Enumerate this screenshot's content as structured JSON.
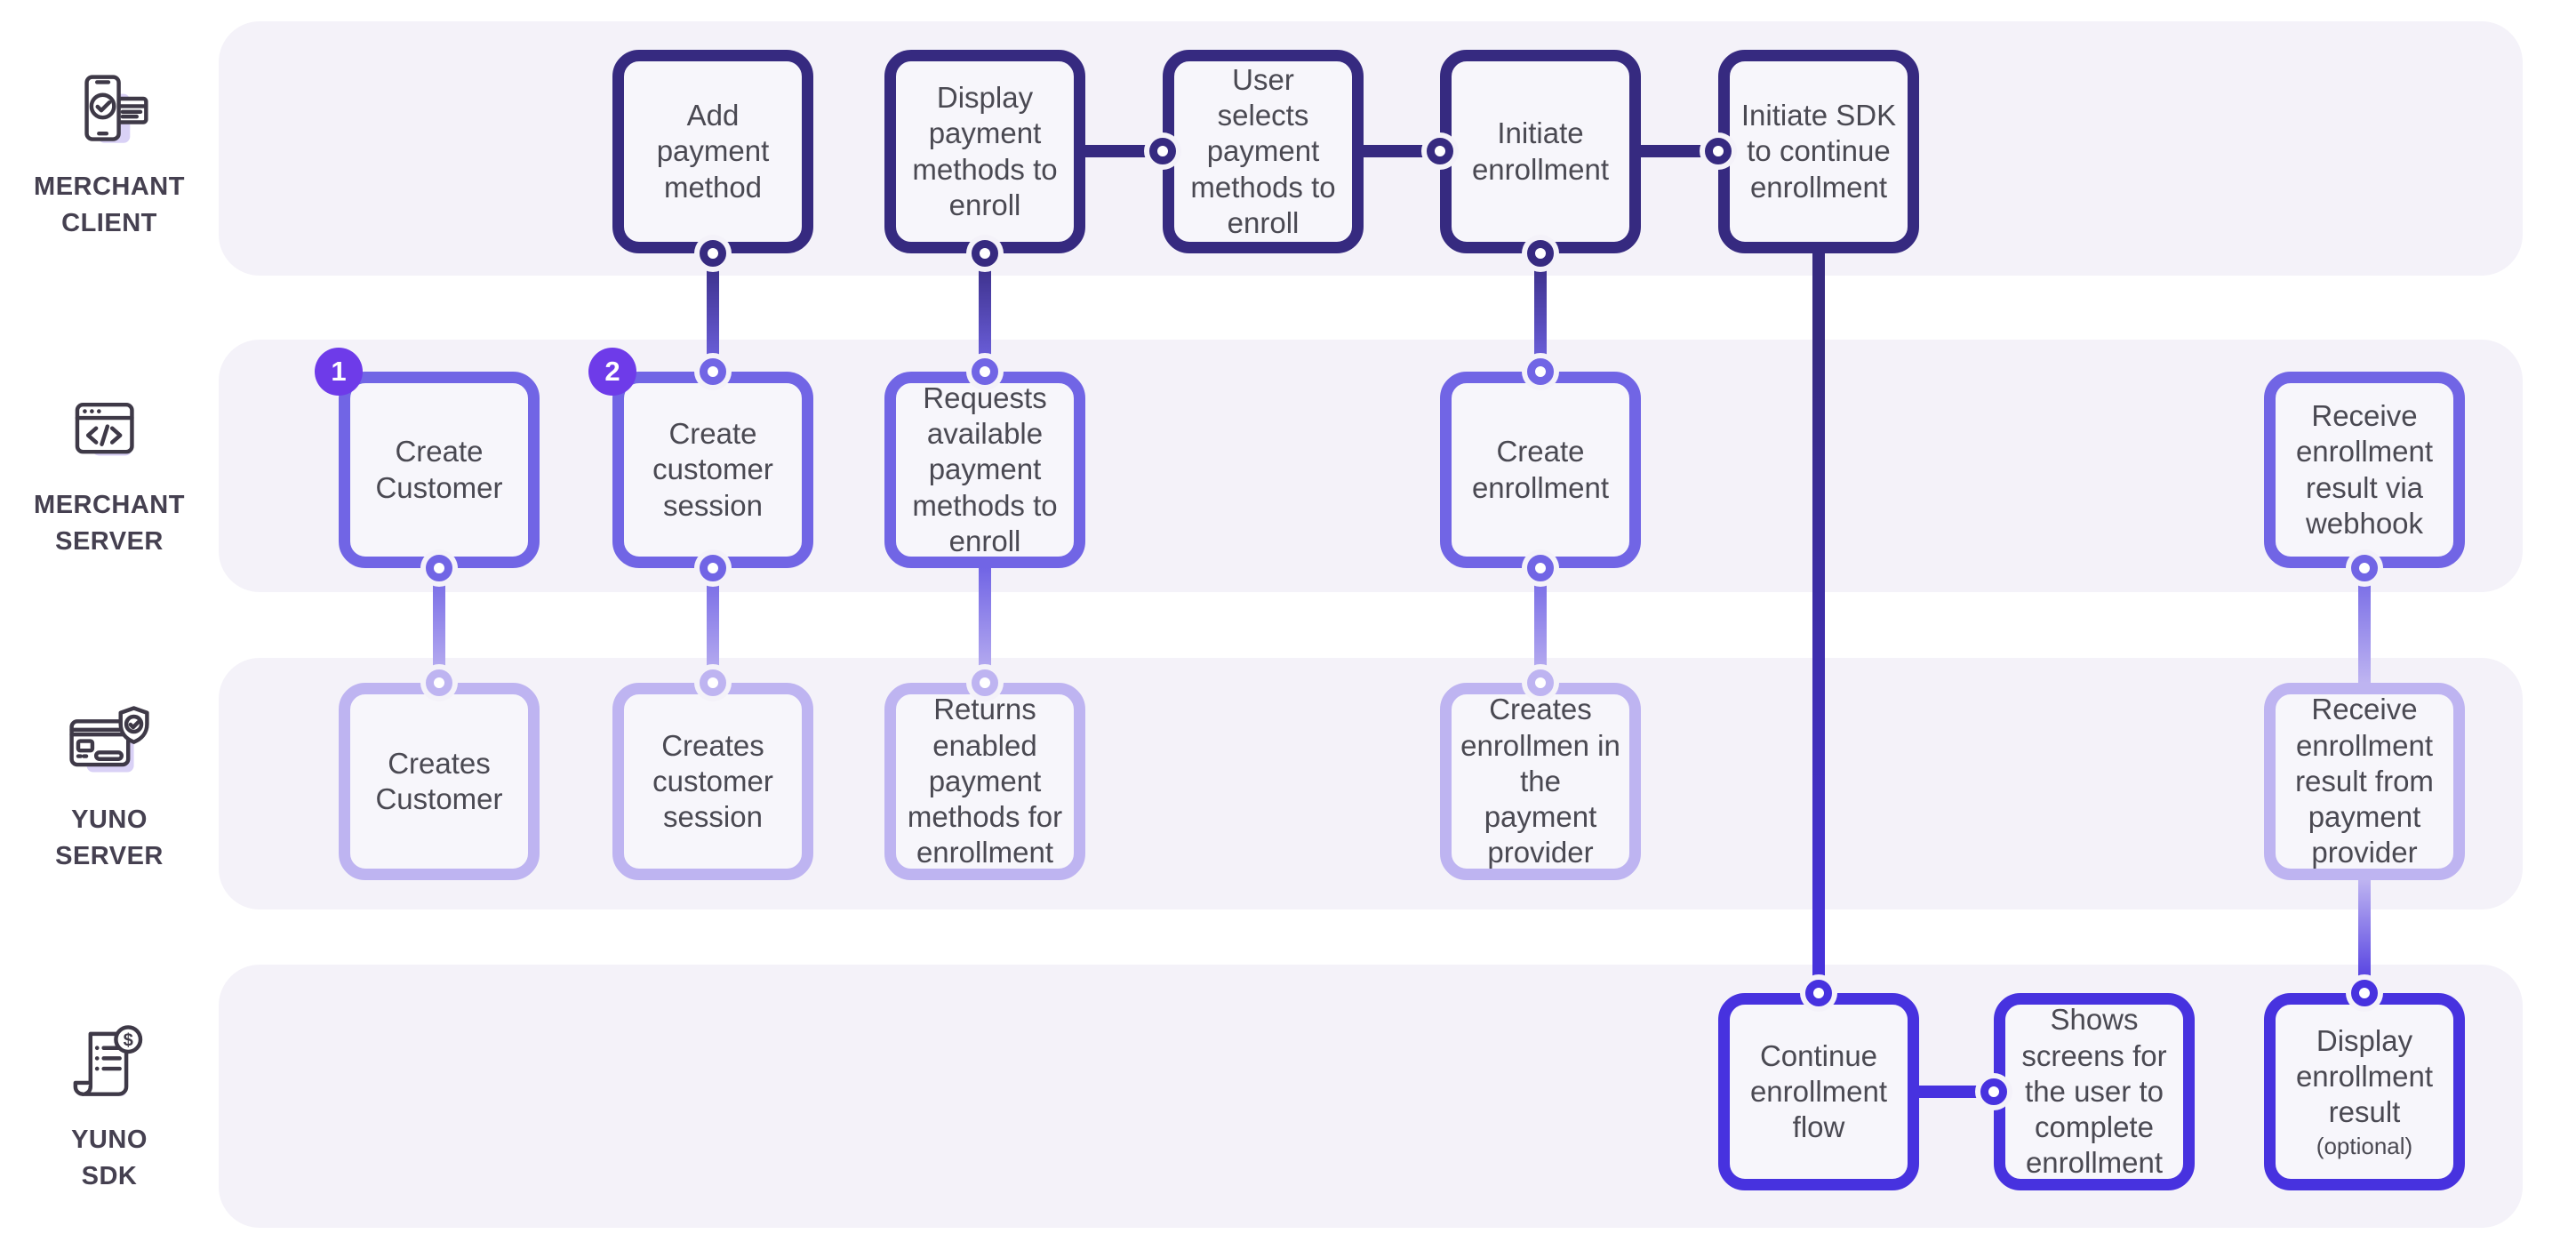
{
  "palette": {
    "dark": "#362a80",
    "mid": "#7165e5",
    "light": "#beb4f1",
    "vivid": "#4732df",
    "badge": "#6e3be9",
    "lane-bg": "#f4f2f9",
    "box-fill": "#f7f6fb",
    "text": "#4a4952",
    "label": "#454050",
    "icon-stroke": "#3e3947",
    "icon-accent": "#d9d1f6"
  },
  "rail": [
    {
      "id": "merchant-client",
      "label_lines": [
        "MERCHANT",
        "CLIENT"
      ],
      "icon": "phone-check-card-icon"
    },
    {
      "id": "merchant-server",
      "label_lines": [
        "MERCHANT",
        "SERVER"
      ],
      "icon": "browser-code-icon"
    },
    {
      "id": "yuno-server",
      "label_lines": [
        "YUNO",
        "SERVER"
      ],
      "icon": "card-shield-icon"
    },
    {
      "id": "yuno-sdk",
      "label_lines": [
        "YUNO",
        "SDK"
      ],
      "icon": "receipt-dollar-icon"
    }
  ],
  "badges": [
    {
      "label": "1",
      "attached_to": "create-customer"
    },
    {
      "label": "2",
      "attached_to": "create-customer-session"
    }
  ],
  "boxes": [
    {
      "id": "add-payment-method",
      "lane": "merchant-client",
      "text": "Add payment method"
    },
    {
      "id": "display-payment-methods",
      "lane": "merchant-client",
      "text": "Display payment methods to enroll"
    },
    {
      "id": "user-selects-payment-methods",
      "lane": "merchant-client",
      "text": "User selects payment methods to enroll"
    },
    {
      "id": "initiate-enrollment",
      "lane": "merchant-client",
      "text": "Initiate enrollment"
    },
    {
      "id": "initiate-sdk",
      "lane": "merchant-client",
      "text": "Initiate SDK to continue enrollment"
    },
    {
      "id": "create-customer",
      "lane": "merchant-server",
      "text": "Create Customer"
    },
    {
      "id": "create-customer-session",
      "lane": "merchant-server",
      "text": "Create customer session"
    },
    {
      "id": "requests-available-methods",
      "lane": "merchant-server",
      "text": "Requests available payment methods to enroll"
    },
    {
      "id": "create-enrollment",
      "lane": "merchant-server",
      "text": "Create enrollment"
    },
    {
      "id": "receive-result-webhook",
      "lane": "merchant-server",
      "text": "Receive enrollment result via webhook"
    },
    {
      "id": "creates-customer",
      "lane": "yuno-server",
      "text": "Creates Customer"
    },
    {
      "id": "creates-customer-session",
      "lane": "yuno-server",
      "text": "Creates customer session"
    },
    {
      "id": "returns-enabled-methods",
      "lane": "yuno-server",
      "text": "Returns enabled payment methods for enrollment"
    },
    {
      "id": "creates-enrollmen-provider",
      "lane": "yuno-server",
      "text": "Creates enrollmen in the payment provider"
    },
    {
      "id": "receive-result-provider",
      "lane": "yuno-server",
      "text": "Receive enrollment result from payment provider"
    },
    {
      "id": "continue-enrollment-flow",
      "lane": "yuno-sdk",
      "text": "Continue enrollment flow"
    },
    {
      "id": "shows-screens",
      "lane": "yuno-sdk",
      "text": "Shows screens for the user to complete enrollment"
    },
    {
      "id": "display-enrollment-result",
      "lane": "yuno-sdk",
      "text": "Display enrollment result",
      "note": "(optional)"
    }
  ],
  "connectors": [
    {
      "from": "display-payment-methods",
      "to": "user-selects-payment-methods",
      "direction": "right"
    },
    {
      "from": "user-selects-payment-methods",
      "to": "initiate-enrollment",
      "direction": "right"
    },
    {
      "from": "initiate-enrollment",
      "to": "initiate-sdk",
      "direction": "right"
    },
    {
      "from": "continue-enrollment-flow",
      "to": "shows-screens",
      "direction": "right"
    },
    {
      "from": "add-payment-method",
      "to": "create-customer-session",
      "direction": "down"
    },
    {
      "from": "display-payment-methods",
      "to": "requests-available-methods",
      "direction": "down"
    },
    {
      "from": "initiate-enrollment",
      "to": "create-enrollment",
      "direction": "down"
    },
    {
      "from": "create-customer",
      "to": "creates-customer",
      "direction": "down"
    },
    {
      "from": "create-customer-session",
      "to": "creates-customer-session",
      "direction": "down"
    },
    {
      "from": "requests-available-methods",
      "to": "returns-enabled-methods",
      "direction": "down"
    },
    {
      "from": "create-enrollment",
      "to": "creates-enrollmen-provider",
      "direction": "down"
    },
    {
      "from": "receive-result-provider",
      "to": "receive-result-webhook",
      "direction": "up"
    },
    {
      "from": "receive-result-provider",
      "to": "display-enrollment-result",
      "direction": "down"
    },
    {
      "from": "initiate-sdk",
      "to": "continue-enrollment-flow",
      "direction": "down"
    }
  ]
}
